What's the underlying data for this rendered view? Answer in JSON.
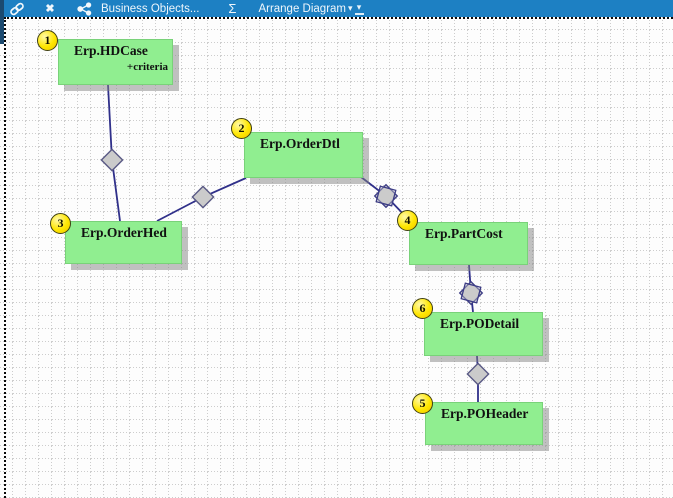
{
  "toolbar": {
    "background": "#1d80c3",
    "buttons": [
      "link-icon",
      "delete-icon",
      "share-icon",
      "sigma-icon",
      "overflow-icon"
    ],
    "delete_glyph": "✖",
    "business_objects_label": "Business Objects...",
    "sigma_glyph": "Σ",
    "arrange_diagram_label": "Arrange Diagram",
    "caret_glyph": "▾"
  },
  "diagram": {
    "node_color": "#90ee90",
    "badge_color": "#ffe600",
    "line_color": "#30308a",
    "connector_fill": "#cbcbcb",
    "nodes": [
      {
        "id": 1,
        "label": "Erp.HDCase",
        "sublabel": "+criteria"
      },
      {
        "id": 2,
        "label": "Erp.OrderDtl"
      },
      {
        "id": 3,
        "label": "Erp.OrderHed"
      },
      {
        "id": 4,
        "label": "Erp.PartCost"
      },
      {
        "id": 5,
        "label": "Erp.POHeader"
      },
      {
        "id": 6,
        "label": "Erp.PODetail"
      }
    ],
    "edges": [
      {
        "from": "Erp.HDCase",
        "to": "Erp.OrderHed",
        "connector": "diamond"
      },
      {
        "from": "Erp.OrderDtl",
        "to": "Erp.OrderHed",
        "connector": "diamond"
      },
      {
        "from": "Erp.OrderDtl",
        "to": "Erp.PartCost",
        "connector": "double-diamond"
      },
      {
        "from": "Erp.PartCost",
        "to": "Erp.PODetail",
        "connector": "double-diamond"
      },
      {
        "from": "Erp.PODetail",
        "to": "Erp.POHeader",
        "connector": "diamond"
      }
    ]
  }
}
